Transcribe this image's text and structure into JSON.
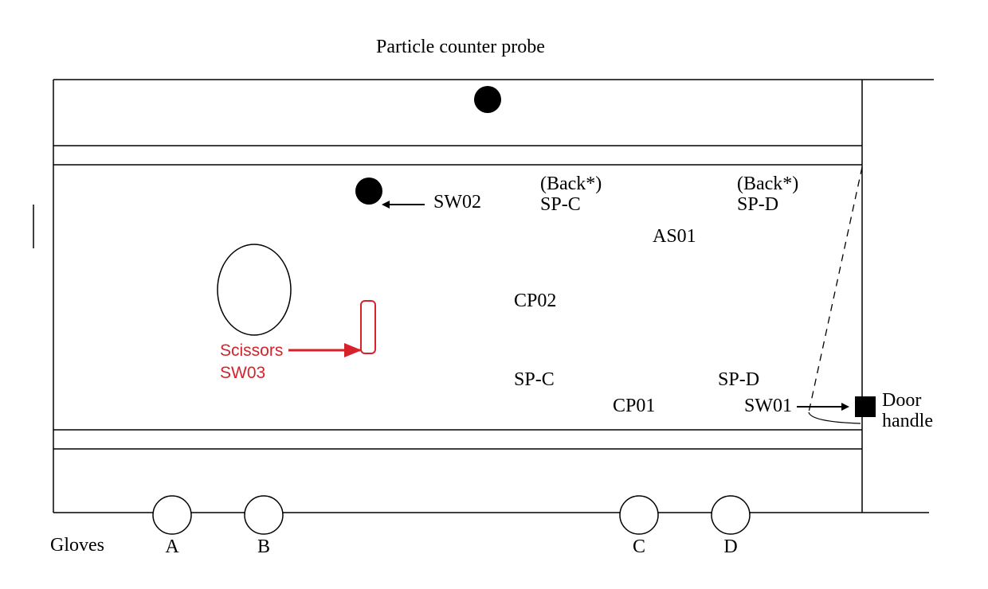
{
  "title": "Particle counter probe",
  "labels": {
    "sw02": "SW02",
    "back_c": "(Back*)",
    "sp_c_back": "SP-C",
    "back_d": "(Back*)",
    "sp_d_back": "SP-D",
    "as01": "AS01",
    "cp02": "CP02",
    "scissors": "Scissors",
    "sw03": "SW03",
    "sp_c_front": "SP-C",
    "sp_d_front": "SP-D",
    "cp01": "CP01",
    "sw01": "SW01",
    "door": "Door",
    "handle": "handle",
    "gloves": "Gloves",
    "glove_a": "A",
    "glove_b": "B",
    "glove_c": "C",
    "glove_d": "D"
  },
  "colors": {
    "line": "#000000",
    "accent": "#d6222a"
  }
}
